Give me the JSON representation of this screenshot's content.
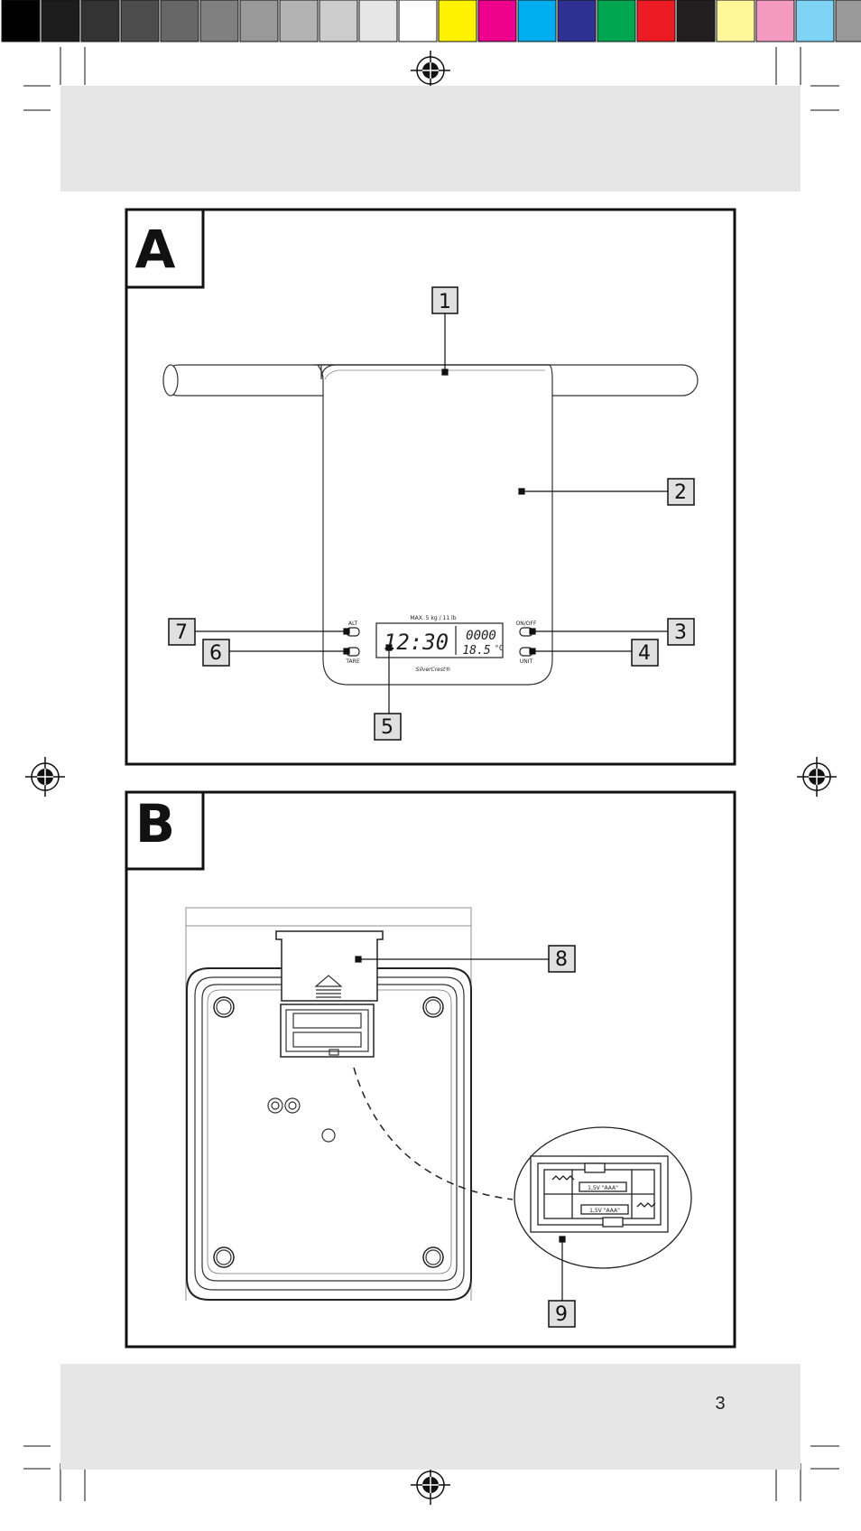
{
  "colors": {
    "swatches_gray": [
      "#000000",
      "#1d1d1d",
      "#333333",
      "#4d4d4d",
      "#666666",
      "#808080",
      "#999999",
      "#b3b3b3",
      "#cccccc",
      "#e6e6e6",
      "#ffffff"
    ],
    "swatches_color": [
      "#fff200",
      "#ec008c",
      "#00aeef",
      "#2e3192",
      "#00a651",
      "#ed1c24",
      "#231f20",
      "#fff799",
      "#f49ac1",
      "#7fd4f5",
      "#999999"
    ],
    "band": "#e6e6e6",
    "callout_fill": "#e0e0e0"
  },
  "figure_a": {
    "label": "A",
    "callouts": [
      "1",
      "2",
      "3",
      "4",
      "5",
      "6",
      "7"
    ],
    "lcd": {
      "max_label": "MAX. 5 kg / 11 lb",
      "time": "12:30",
      "weight": "0000",
      "temp": "18.5",
      "temp_unit": "°C",
      "brand": "SilverCrest®"
    },
    "button_labels": {
      "left_top": "ALT",
      "left_bottom": "TARE",
      "right_top": "ON/OFF",
      "right_bottom": "UNIT"
    }
  },
  "figure_b": {
    "label": "B",
    "callouts": [
      "8",
      "9"
    ],
    "battery_labels": [
      "1,5V \"AAA\"",
      "1,5V \"AAA\""
    ]
  },
  "page_number": "3"
}
